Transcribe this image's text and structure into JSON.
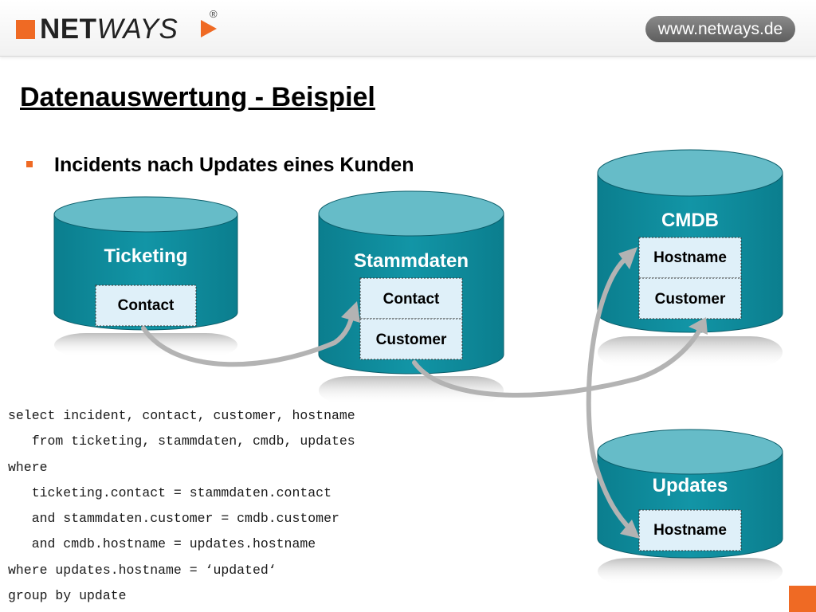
{
  "header": {
    "logo_bold": "NET",
    "logo_light": "WAYS",
    "logo_registered": "®",
    "url": "www.netways.de",
    "brand_color": "#ef6a24"
  },
  "slide": {
    "title": "Datenauswertung - Beispiel",
    "bullet": "Incidents nach Updates eines Kunden"
  },
  "databases": {
    "ticketing": {
      "name": "Ticketing",
      "fields": [
        "Contact"
      ]
    },
    "stammdaten": {
      "name": "Stammdaten",
      "fields": [
        "Contact",
        "Customer"
      ]
    },
    "cmdb": {
      "name": "CMDB",
      "fields": [
        "Hostname",
        "Customer"
      ]
    },
    "updates": {
      "name": "Updates",
      "fields": [
        "Hostname"
      ]
    }
  },
  "colors": {
    "cylinder_body": "#0f8fa0",
    "cylinder_top": "#66bcc8",
    "field_box": "#dff0f9",
    "arrow": "#b3b3b3"
  },
  "sql": [
    "select incident, contact, customer, hostname",
    "   from ticketing, stammdaten, cmdb, updates",
    "where",
    "   ticketing.contact = stammdaten.contact",
    "   and stammdaten.customer = cmdb.customer",
    "   and cmdb.hostname = updates.hostname",
    "where updates.hostname = ‘updated‘",
    "group by update"
  ]
}
